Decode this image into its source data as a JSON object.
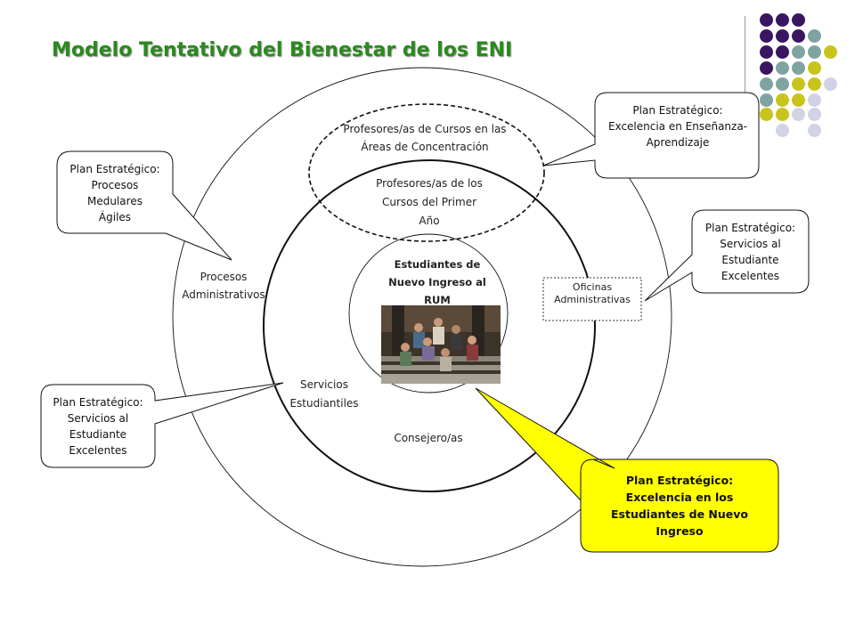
{
  "title": "Modelo Tentativo del Bienestar de los ENI",
  "center": {
    "line1": "Estudiantes de",
    "line2": "Nuevo Ingreso al",
    "line3": "RUM"
  },
  "labels": {
    "prof_areas_1": "Profesores/as de Cursos en las",
    "prof_areas_2": "Áreas de Concentración",
    "prof_primer_1": "Profesores/as de  los",
    "prof_primer_2": "Cursos del Primer",
    "prof_primer_3": "Año",
    "procesos_1": "Procesos",
    "procesos_2": "Administrativos",
    "servicios_1": "Servicios",
    "servicios_2": "Estudiantiles",
    "consejero": "Consejero/as",
    "oficinas_1": "Oficinas",
    "oficinas_2": "Administrativas"
  },
  "callouts": {
    "procesos": [
      "Plan Estratégico:",
      "Procesos",
      "Medulares",
      "Ágiles"
    ],
    "ensenanza": [
      "Plan Estratégico:",
      "Excelencia en Enseñanza-",
      "Aprendizaje"
    ],
    "servicios_right": [
      "Plan Estratégico:",
      "Servicios al",
      "Estudiante",
      "Excelentes"
    ],
    "servicios_left": [
      "Plan Estratégico:",
      "Servicios al",
      "Estudiante",
      "Excelentes"
    ],
    "nuevo_ingreso": [
      "Plan Estratégico:",
      "Excelencia en los",
      "Estudiantes de Nuevo",
      "Ingreso"
    ]
  },
  "colors": {
    "title": "#2a8a1e",
    "purple": "#3b1660",
    "teal": "#7fa3a3",
    "olive": "#c8c41c",
    "lavender": "#d2d2e6",
    "highlight": "#ffff00"
  }
}
